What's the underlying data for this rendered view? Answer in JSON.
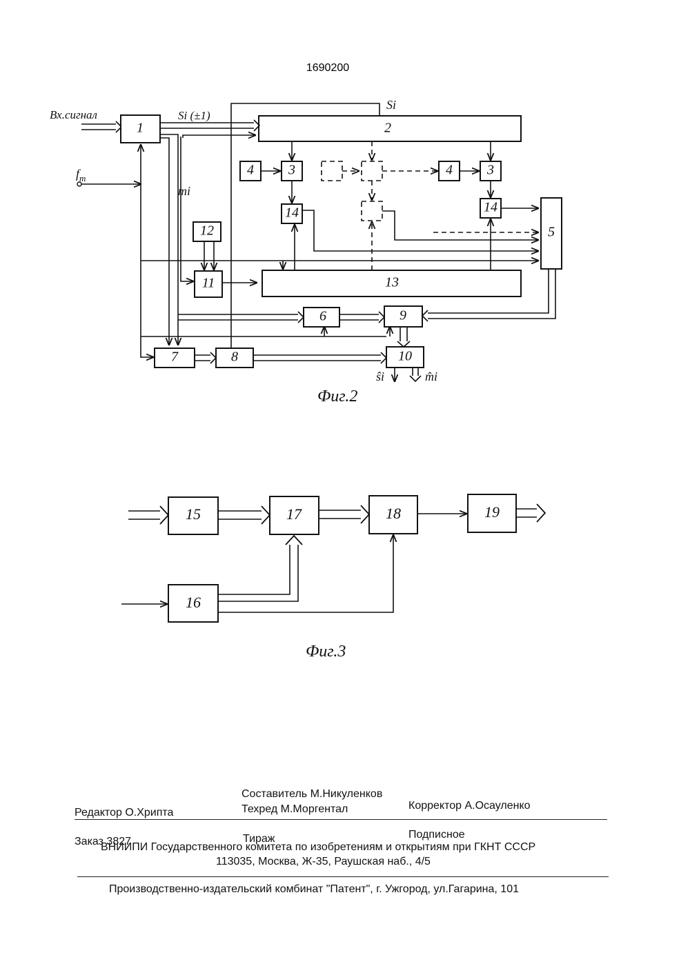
{
  "header": {
    "patent_number": "1690200"
  },
  "fig2": {
    "caption": "Фиг.2",
    "labels": {
      "input_signal": "Вх.сигнал",
      "clock": "f",
      "clock_sub": "т",
      "si_pm1": "Si (±1)",
      "si_top": "Si",
      "mi": "mi",
      "si_hat": "ŝi",
      "mi_hat": "m̂i"
    },
    "blocks": {
      "b1": "1",
      "b2": "2",
      "b3a": "3",
      "b3b": "3",
      "b4a": "4",
      "b4b": "4",
      "b5": "5",
      "b6": "6",
      "b7": "7",
      "b8": "8",
      "b9": "9",
      "b10": "10",
      "b11": "11",
      "b12": "12",
      "b13": "13",
      "b14a": "14",
      "b14b": "14"
    }
  },
  "fig3": {
    "caption": "Фиг.3",
    "blocks": {
      "b15": "15",
      "b16": "16",
      "b17": "17",
      "b18": "18",
      "b19": "19"
    }
  },
  "imprint": {
    "compiler": "Составитель  М.Никуленков",
    "editor": "Редактор  О.Хрипта",
    "techred": "Техред М.Моргентал",
    "corrector": "Корректор  А.Осауленко",
    "order": "Заказ  3827",
    "circulation": "Тираж",
    "subscription": "Подписное",
    "institute": "ВНИИПИ Государственного комитета по изобретениям и открытиям при ГКНТ СССР",
    "address": "113035, Москва, Ж-35, Раушская наб., 4/5",
    "printer": "Производственно-издательский комбинат \"Патент\", г. Ужгород, ул.Гагарина, 101"
  }
}
